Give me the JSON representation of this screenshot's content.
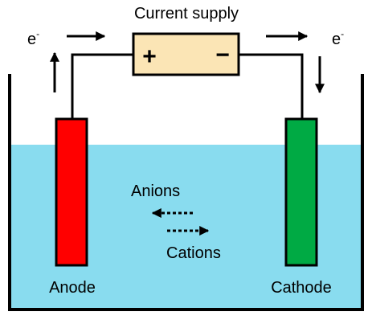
{
  "diagram": {
    "title": "Current supply",
    "electron_left": "e",
    "electron_right": "e",
    "electron_superscript": "-",
    "battery_plus": "+",
    "battery_minus": "−",
    "anions_label": "Anions",
    "cations_label": "Cations",
    "anode_label": "Anode",
    "cathode_label": "Cathode"
  },
  "colors": {
    "electrolyte": "#89dcef",
    "anode": "#ff0000",
    "cathode": "#00aa44",
    "battery": "#fbe5b5",
    "wire": "#000000"
  }
}
